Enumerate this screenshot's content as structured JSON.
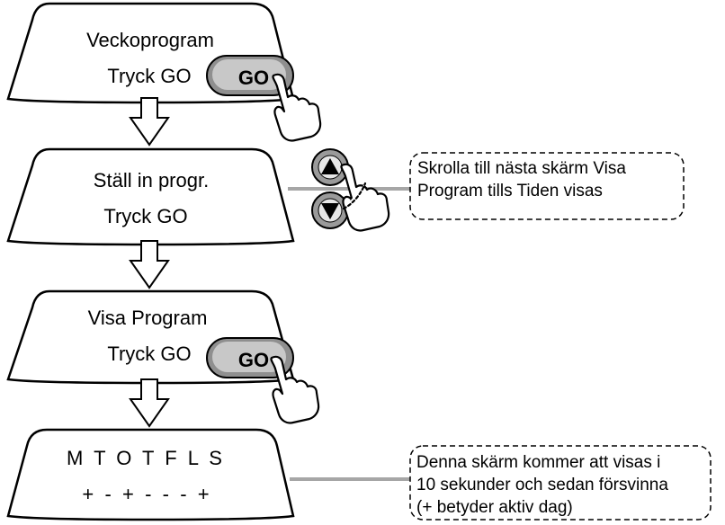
{
  "screens": [
    {
      "line1": "Veckoprogram",
      "line2": "Tryck GO"
    },
    {
      "line1": "Ställ in progr.",
      "line2": "Tryck GO"
    },
    {
      "line1": "Visa Program",
      "line2": "Tryck GO"
    },
    {
      "line1": "M T O T F L S",
      "line2": "+  -  +  -  -  -  +"
    }
  ],
  "buttons": {
    "go_label": "GO",
    "up_icon": "up-triangle-icon",
    "down_icon": "down-triangle-icon"
  },
  "notes": {
    "scroll": [
      "Skrolla till nästa skärm Visa",
      "Program tills Tiden visas"
    ],
    "display": [
      "Denna skärm kommer att visas i",
      "10 sekunder och sedan försvinna",
      "(+ betyder aktiv dag)"
    ]
  },
  "colors": {
    "connector": "#a6a6a6",
    "button_body": "#8f8f8f",
    "button_face": "#c8c8c8"
  }
}
